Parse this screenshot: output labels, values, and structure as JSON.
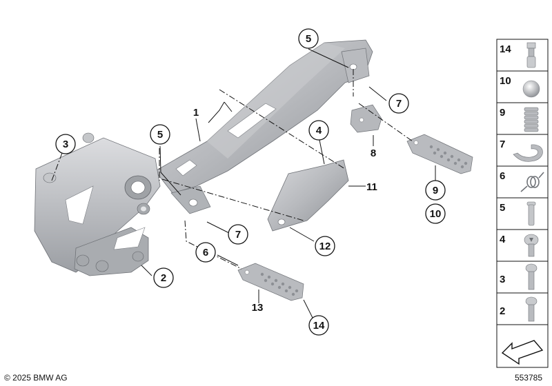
{
  "diagram": {
    "callouts": [
      {
        "id": "c5a",
        "label": "5",
        "circled": true
      },
      {
        "id": "c7a",
        "label": "7",
        "circled": true
      },
      {
        "id": "c1",
        "label": "1",
        "circled": false
      },
      {
        "id": "c8",
        "label": "8",
        "circled": false
      },
      {
        "id": "c4",
        "label": "4",
        "circled": true
      },
      {
        "id": "c3",
        "label": "3",
        "circled": true
      },
      {
        "id": "c5b",
        "label": "5",
        "circled": true
      },
      {
        "id": "c11",
        "label": "11",
        "circled": false
      },
      {
        "id": "c9",
        "label": "9",
        "circled": true
      },
      {
        "id": "c10",
        "label": "10",
        "circled": true
      },
      {
        "id": "c7b",
        "label": "7",
        "circled": true
      },
      {
        "id": "c12",
        "label": "12",
        "circled": true
      },
      {
        "id": "c6",
        "label": "6",
        "circled": true
      },
      {
        "id": "c2",
        "label": "2",
        "circled": true
      },
      {
        "id": "c13",
        "label": "13",
        "circled": false
      },
      {
        "id": "c14",
        "label": "14",
        "circled": true
      }
    ]
  },
  "legend": [
    {
      "number": "14",
      "part": "bolt-icon"
    },
    {
      "number": "10",
      "part": "ball-icon"
    },
    {
      "number": "9",
      "part": "spring-icon"
    },
    {
      "number": "7",
      "part": "circlip-icon"
    },
    {
      "number": "6",
      "part": "torsion-spring-icon"
    },
    {
      "number": "5",
      "part": "pin-icon"
    },
    {
      "number": "4",
      "part": "torx-screw-icon"
    },
    {
      "number": "3",
      "part": "screw-icon"
    },
    {
      "number": "2",
      "part": "screw-icon"
    },
    {
      "number": "",
      "part": "arrow-icon"
    }
  ],
  "footer": {
    "copyright": "© 2025 BMW AG",
    "diagram_id": "553785"
  }
}
